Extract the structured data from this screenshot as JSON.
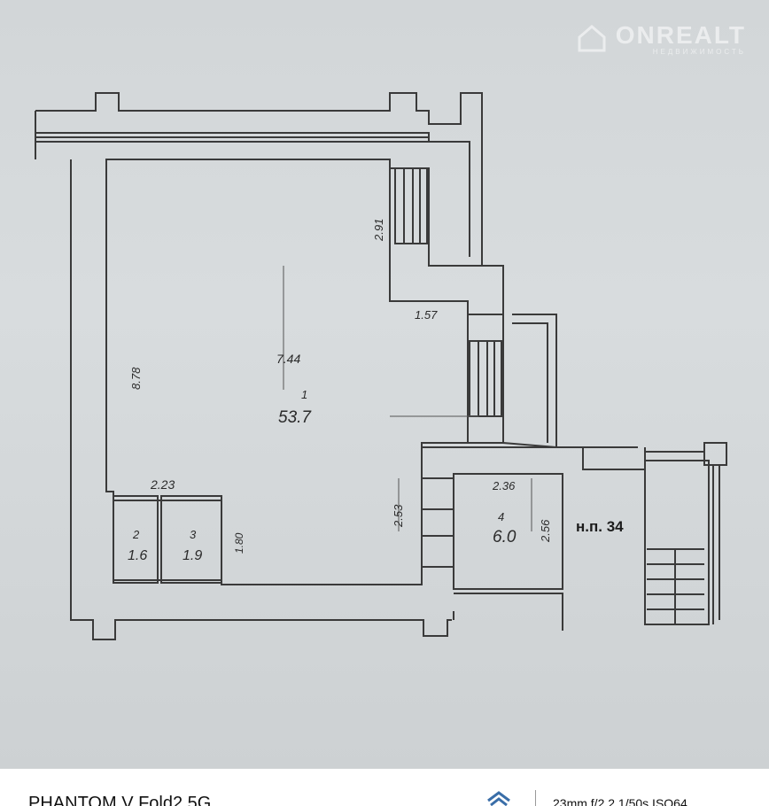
{
  "watermark": {
    "brand": "ONREALT",
    "tagline": "НЕДВИЖИМОСТЬ"
  },
  "plan": {
    "room1": {
      "number": "1",
      "area": "53.7",
      "width": "7.44",
      "height": "8.78"
    },
    "room2": {
      "number": "2",
      "area": "1.6"
    },
    "room3": {
      "number": "3",
      "area": "1.9",
      "height": "1.80"
    },
    "rooms23_width": "2.23",
    "room4": {
      "number": "4",
      "area": "6.0",
      "width": "2.36",
      "height": "2.56",
      "left_dim": "2.53"
    },
    "window_dim": "2.91",
    "step_dim": "1.57",
    "entrance_label": "н.п. 34"
  },
  "footer": {
    "device": "PHANTOM V Fold2 5G",
    "exif": "23mm f/2.2 1/50s ISO64"
  }
}
